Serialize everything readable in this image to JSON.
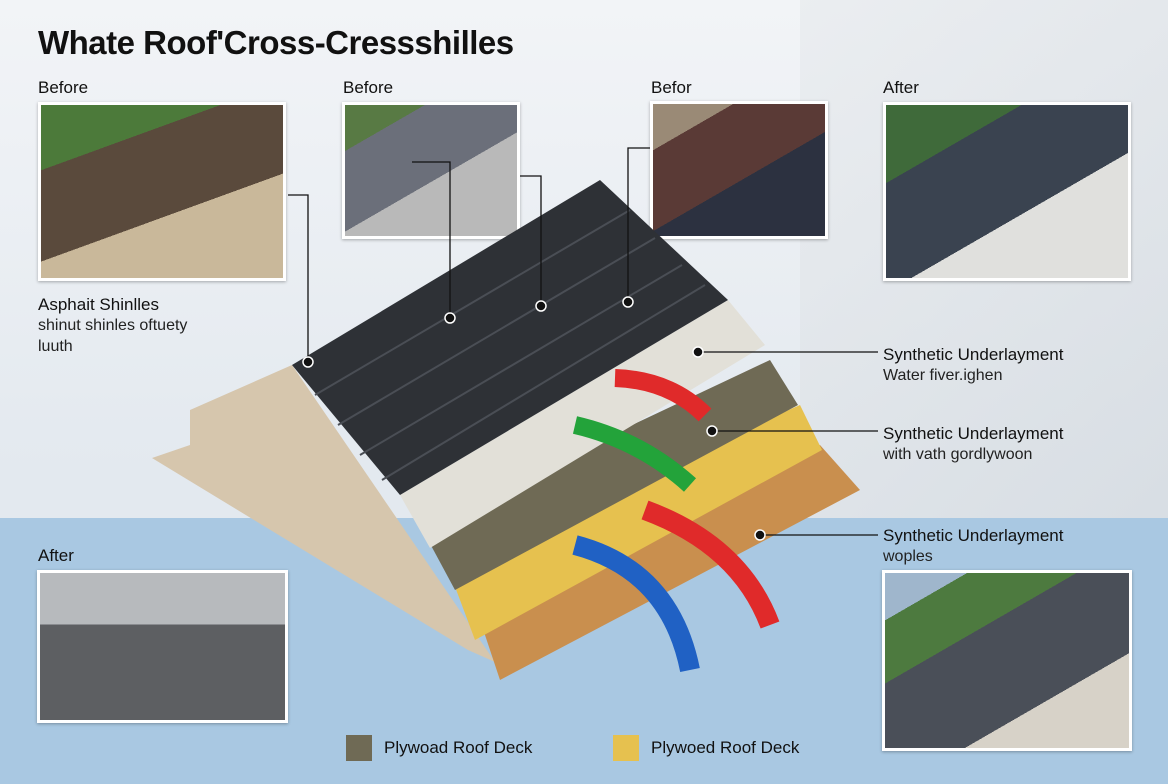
{
  "title": "Whate Roof'Cross-Cressshilles",
  "photos": [
    {
      "label": "Before"
    },
    {
      "label": "Before"
    },
    {
      "label": "Befor"
    },
    {
      "label": "After"
    },
    {
      "label": "After"
    },
    {
      "label": ""
    }
  ],
  "left_callout": {
    "title": "Asphait Shinlles",
    "line1": "shinut shinles  oftuety",
    "line2": "luuth"
  },
  "right_callouts": [
    {
      "title": "Synthetic Underlayment",
      "desc": "Water fiver.ighen"
    },
    {
      "title": "Synthetic Underlayment",
      "desc": "with vath gordlywoon"
    },
    {
      "title": "Synthetic Underlayment",
      "desc": "woples"
    }
  ],
  "legend": [
    {
      "label": "Plywoad Roof Deck",
      "color": "#6f6a55"
    },
    {
      "label": "Plywoed Roof Deck",
      "color": "#e6c14f"
    }
  ]
}
